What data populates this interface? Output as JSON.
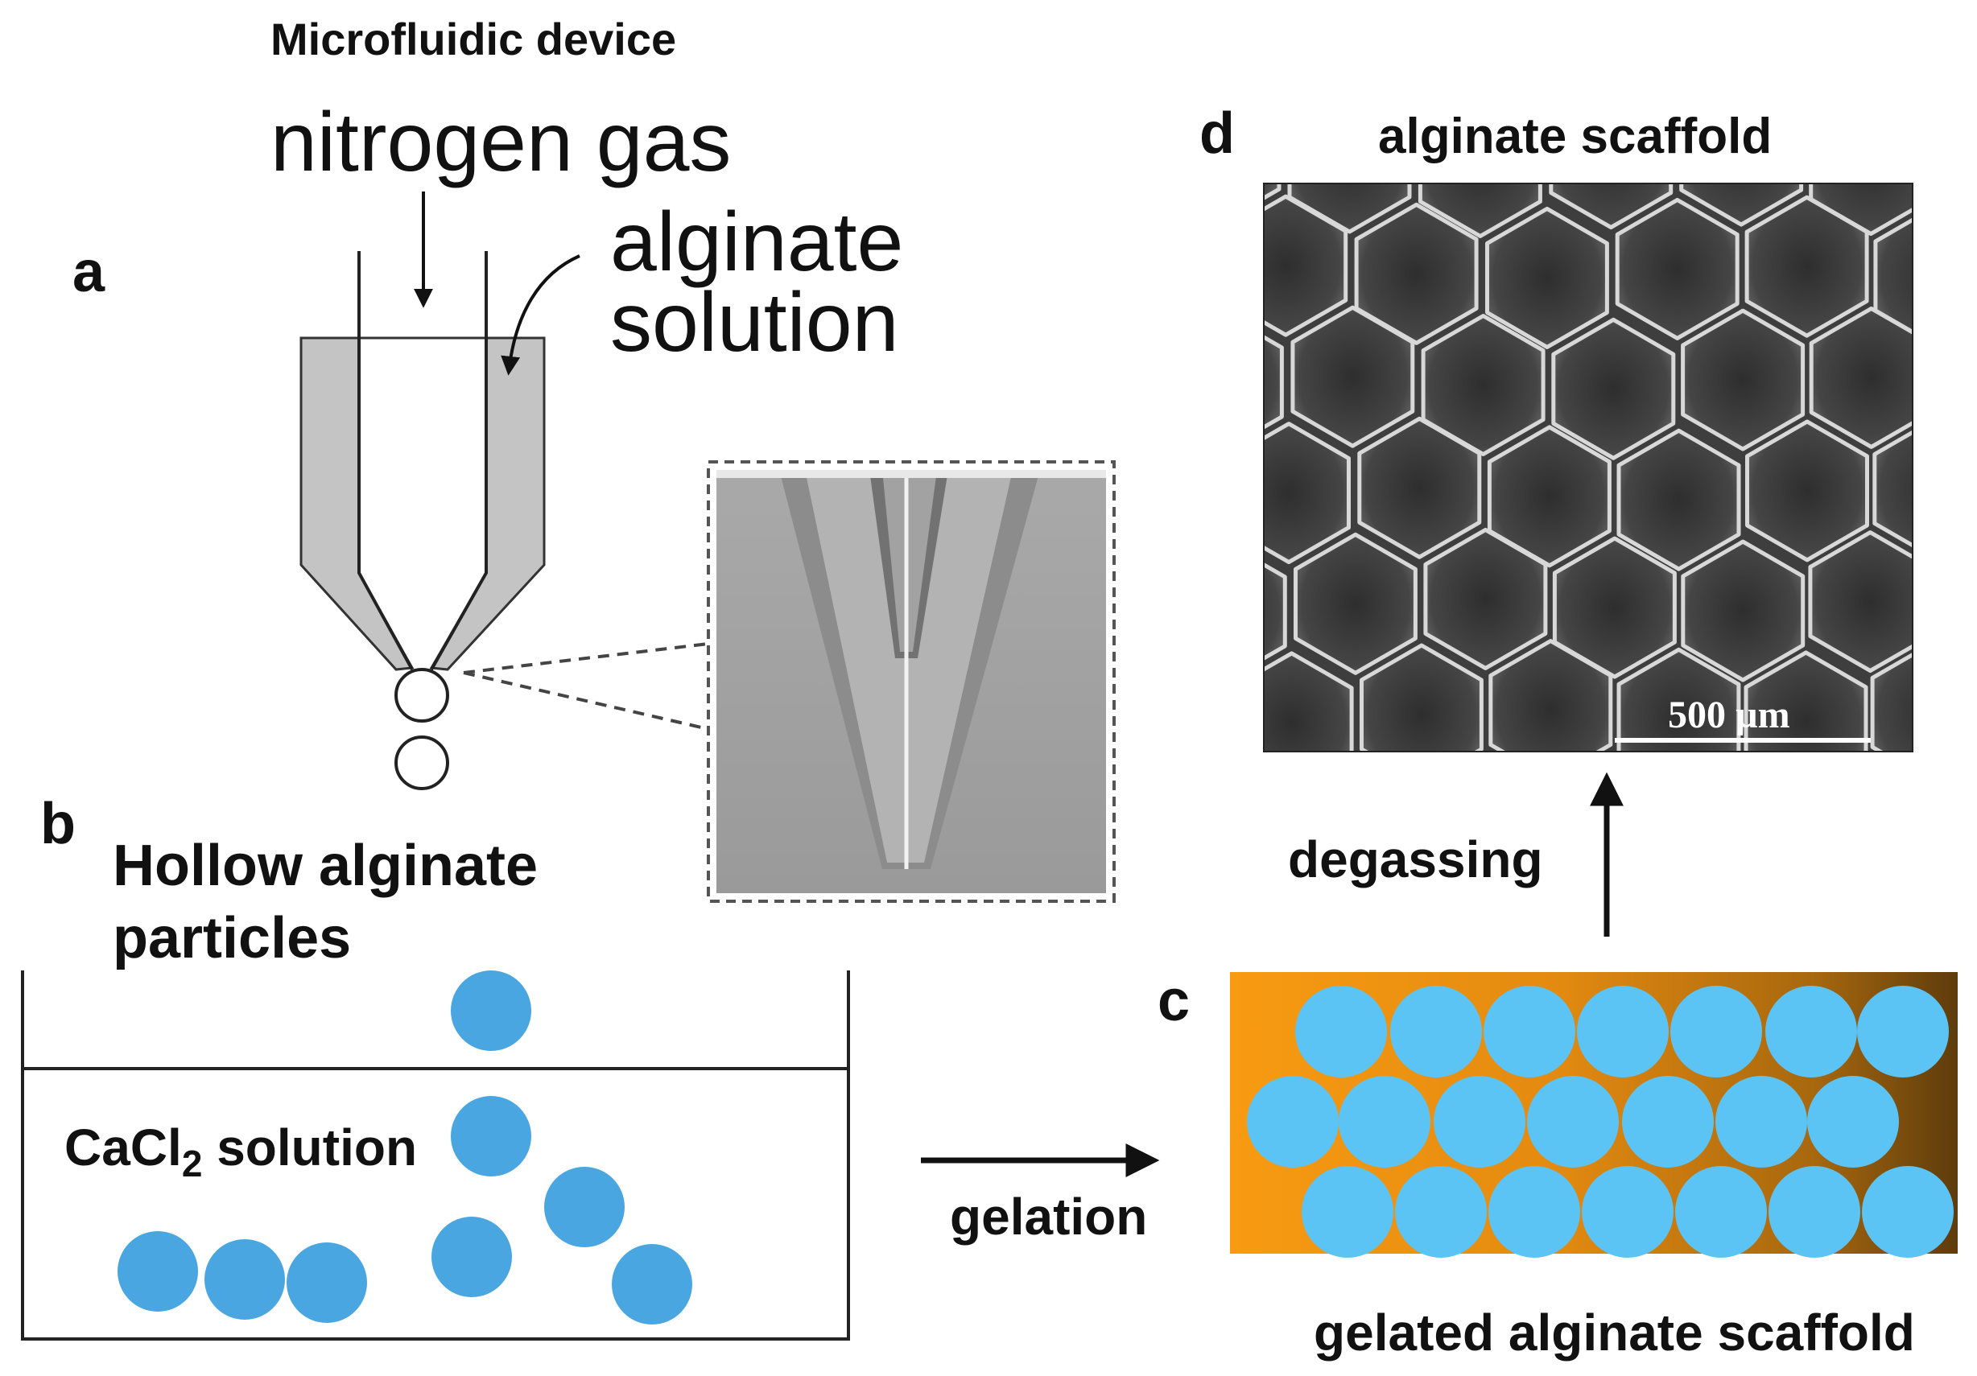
{
  "title": "Microfluidic device",
  "panels": {
    "a": {
      "letter": "a",
      "gas_label": "nitrogen gas",
      "solution_label_1": "alginate",
      "solution_label_2": "solution"
    },
    "b": {
      "letter": "b",
      "title_line1": "Hollow alginate",
      "title_line2": "particles",
      "bath_label_main": "CaCl",
      "bath_label_sub": "2",
      "bath_label_tail": " solution"
    },
    "c": {
      "letter": "c",
      "caption": "gelated alginate scaffold",
      "arrow_label": "gelation"
    },
    "d": {
      "letter": "d",
      "title": "alginate scaffold",
      "scale_bar": "500 µm",
      "arrow_label": "degassing"
    }
  },
  "colors": {
    "particle": "#4aa6e0",
    "particle_c": "#5bc4f5",
    "orange": "#f79a10",
    "brown": "#6b4410",
    "nozzle_gray": "#c4c4c4",
    "sem_background": "#3e3e3e"
  }
}
